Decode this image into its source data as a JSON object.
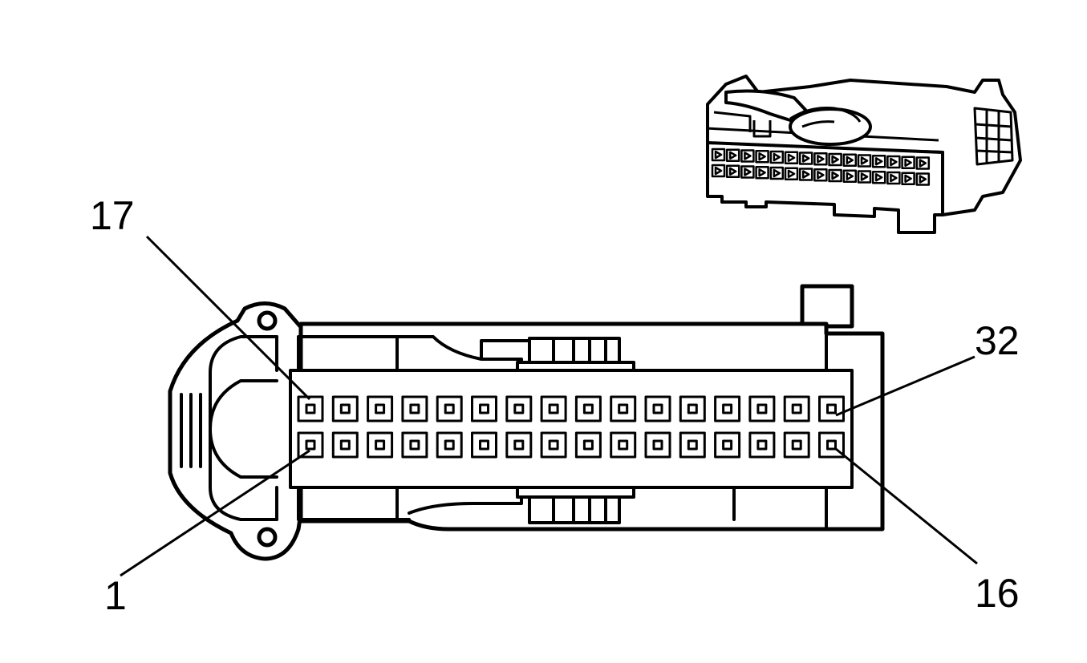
{
  "colors": {
    "line": "#000000",
    "background": "#ffffff"
  },
  "pin_labels": {
    "top_left": "17",
    "bottom_left": "1",
    "top_right": "32",
    "bottom_right": "16"
  }
}
